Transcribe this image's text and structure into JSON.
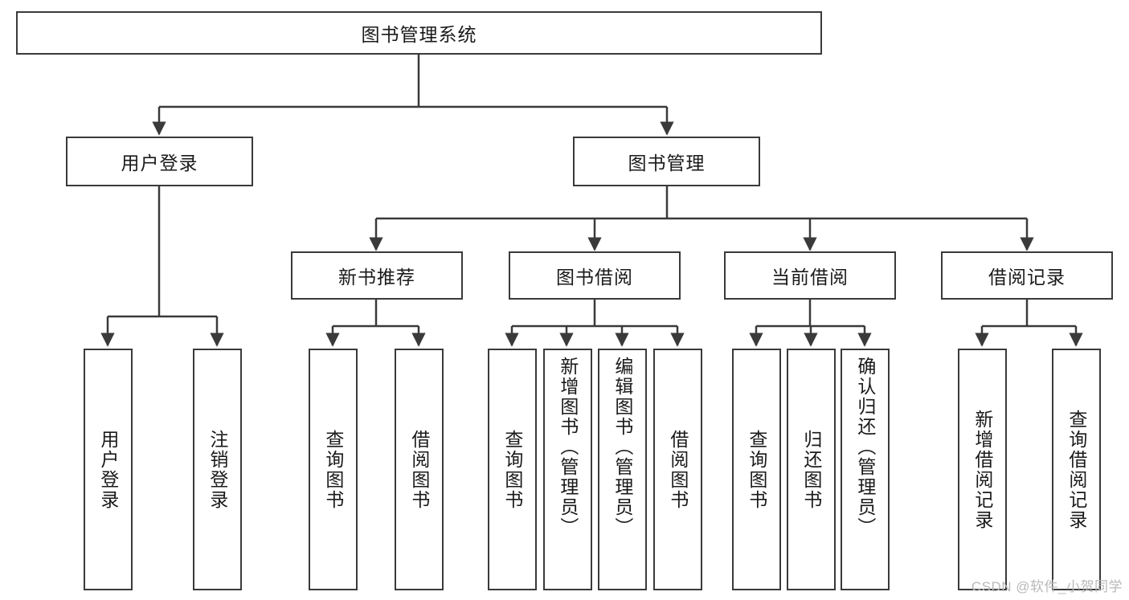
{
  "diagram": {
    "title": "图书管理系统",
    "type": "tree",
    "watermark": "CSDN @软件_小贺同学",
    "colors": {
      "stroke": "#3a3a3a",
      "fill": "#ffffff",
      "text": "#1a1a1a",
      "watermark": "#b9b9b9"
    },
    "levels": {
      "root": {
        "label": "图书管理系统"
      },
      "level2": [
        {
          "label": "用户登录"
        },
        {
          "label": "图书管理"
        }
      ],
      "level3": [
        {
          "label": "新书推荐"
        },
        {
          "label": "图书借阅"
        },
        {
          "label": "当前借阅"
        },
        {
          "label": "借阅记录"
        }
      ],
      "leaves": {
        "user_login": [
          {
            "label": "用户登录"
          },
          {
            "label": "注销登录"
          }
        ],
        "new_book": [
          {
            "label": "查询图书"
          },
          {
            "label": "借阅图书"
          }
        ],
        "book_borrow": [
          {
            "label": "查询图书"
          },
          {
            "label": "新增图书（管理员）"
          },
          {
            "label": "编辑图书（管理员）"
          },
          {
            "label": "借阅图书"
          }
        ],
        "current_borrow": [
          {
            "label": "查询图书"
          },
          {
            "label": "归还图书"
          },
          {
            "label": "确认归还（管理员）"
          }
        ],
        "borrow_record": [
          {
            "label": "新增借阅记录"
          },
          {
            "label": "查询借阅记录"
          }
        ]
      }
    }
  }
}
